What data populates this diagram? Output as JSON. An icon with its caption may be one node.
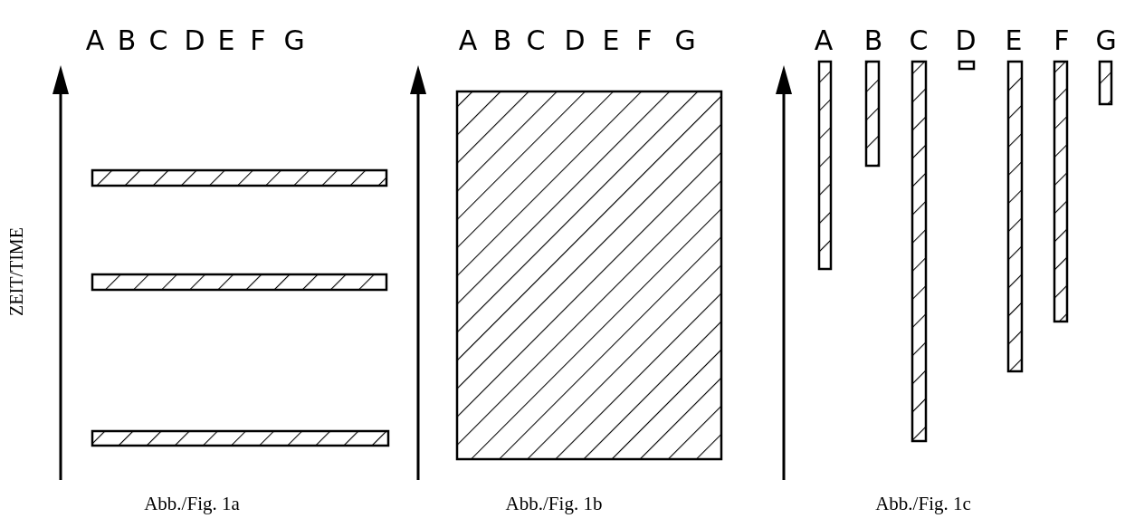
{
  "diagram": {
    "nodes": [
      {
        "text": [],
        "shape": "bar"
      },
      {
        "text": [],
        "shape": "bar"
      },
      {
        "text": [],
        "shape": "bar"
      },
      {
        "text": [],
        "shape": "bar"
      },
      {
        "text": [],
        "shape": "bar"
      },
      {
        "text": [],
        "shape": "bar"
      },
      {
        "text": [],
        "shape": "bar"
      },
      {
        "text": [],
        "shape": "bar"
      },
      {
        "text": [],
        "shape": "bar"
      },
      {
        "text": [],
        "shape": "bar"
      },
      {
        "text": [],
        "shape": "bar"
      }
    ],
    "labels": [
      "A",
      "B",
      "C",
      "D",
      "E",
      "F",
      "G",
      "A",
      "B",
      "C",
      "D",
      "E",
      "F",
      "G",
      "A",
      "B",
      "C",
      "D",
      "E",
      "F",
      "G",
      "ZEIT/TIME",
      "Abb./Fig. 1a",
      "Abb./Fig. 1b",
      "Abb./Fig. 1c"
    ]
  }
}
